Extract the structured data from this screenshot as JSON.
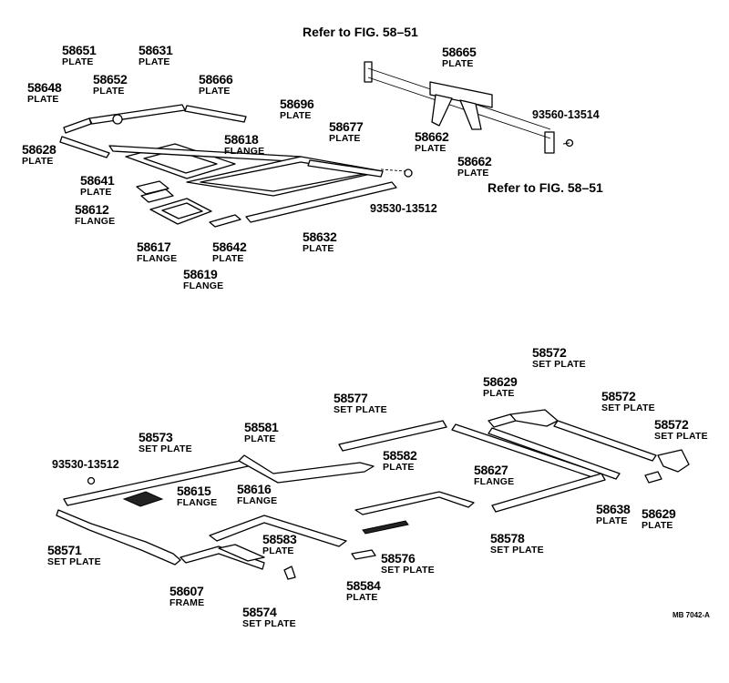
{
  "references": {
    "fig_top": "Refer to FIG. 58–51",
    "fig_bottom": "Refer to FIG. 58–51"
  },
  "parts_upper": {
    "p58651": {
      "number": "58651",
      "name": "PLATE"
    },
    "p58631": {
      "number": "58631",
      "name": "PLATE"
    },
    "p58652": {
      "number": "58652",
      "name": "PLATE"
    },
    "p58648": {
      "number": "58648",
      "name": "PLATE"
    },
    "p58666": {
      "number": "58666",
      "name": "PLATE"
    },
    "p58696": {
      "number": "58696",
      "name": "PLATE"
    },
    "p58677": {
      "number": "58677",
      "name": "PLATE"
    },
    "p58618": {
      "number": "58618",
      "name": "FLANGE"
    },
    "p58628": {
      "number": "58628",
      "name": "PLATE"
    },
    "p58641": {
      "number": "58641",
      "name": "PLATE"
    },
    "p58612": {
      "number": "58612",
      "name": "FLANGE"
    },
    "p58617": {
      "number": "58617",
      "name": "FLANGE"
    },
    "p58642": {
      "number": "58642",
      "name": "PLATE"
    },
    "p58619": {
      "number": "58619",
      "name": "FLANGE"
    },
    "p58632": {
      "number": "58632",
      "name": "PLATE"
    },
    "p58665": {
      "number": "58665",
      "name": "PLATE"
    },
    "p58662a": {
      "number": "58662",
      "name": "PLATE"
    },
    "p58662b": {
      "number": "58662",
      "name": "PLATE"
    },
    "bolt_93560": "93560-13514",
    "bolt_93530_upper": "93530-13512"
  },
  "parts_lower": {
    "p58572a": {
      "number": "58572",
      "name": "SET PLATE"
    },
    "p58629a": {
      "number": "58629",
      "name": "PLATE"
    },
    "p58572b": {
      "number": "58572",
      "name": "SET PLATE"
    },
    "p58577": {
      "number": "58577",
      "name": "SET PLATE"
    },
    "p58572c": {
      "number": "58572",
      "name": "SET PLATE"
    },
    "p58573": {
      "number": "58573",
      "name": "SET PLATE"
    },
    "p58581": {
      "number": "58581",
      "name": "PLATE"
    },
    "p58582": {
      "number": "58582",
      "name": "PLATE"
    },
    "p58627": {
      "number": "58627",
      "name": "FLANGE"
    },
    "p58615": {
      "number": "58615",
      "name": "FLANGE"
    },
    "p58616": {
      "number": "58616",
      "name": "FLANGE"
    },
    "p58638": {
      "number": "58638",
      "name": "PLATE"
    },
    "p58629b": {
      "number": "58629",
      "name": "PLATE"
    },
    "p58571": {
      "number": "58571",
      "name": "SET PLATE"
    },
    "p58578": {
      "number": "58578",
      "name": "SET PLATE"
    },
    "p58583": {
      "number": "58583",
      "name": "PLATE"
    },
    "p58576": {
      "number": "58576",
      "name": "SET PLATE"
    },
    "p58607": {
      "number": "58607",
      "name": "FRAME"
    },
    "p58584": {
      "number": "58584",
      "name": "PLATE"
    },
    "p58574": {
      "number": "58574",
      "name": "SET PLATE"
    },
    "bolt_93530_lower": "93530-13512"
  },
  "diagram_code": "MB 7042-A"
}
